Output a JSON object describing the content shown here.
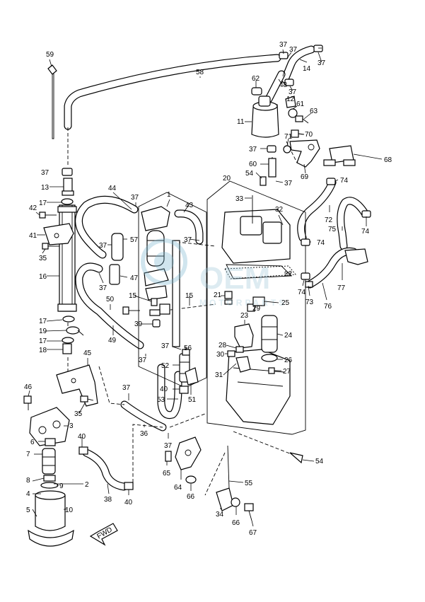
{
  "watermark": {
    "brand": "OEM",
    "subtitle": "MOTORPARTS"
  },
  "front_marker": "FWD",
  "labels": [
    {
      "id": "l59",
      "text": "59"
    },
    {
      "id": "l58",
      "text": "58"
    },
    {
      "id": "l37a",
      "text": "37"
    },
    {
      "id": "l37b",
      "text": "37"
    },
    {
      "id": "l37c",
      "text": "37"
    },
    {
      "id": "l14",
      "text": "14"
    },
    {
      "id": "l48",
      "text": "48"
    },
    {
      "id": "l37d",
      "text": "37"
    },
    {
      "id": "l62",
      "text": "62"
    },
    {
      "id": "l12",
      "text": "12"
    },
    {
      "id": "l61",
      "text": "61"
    },
    {
      "id": "l63",
      "text": "63"
    },
    {
      "id": "l11",
      "text": "11"
    },
    {
      "id": "l70",
      "text": "70"
    },
    {
      "id": "l71",
      "text": "71"
    },
    {
      "id": "l37e",
      "text": "37"
    },
    {
      "id": "l68",
      "text": "68"
    },
    {
      "id": "l60",
      "text": "60"
    },
    {
      "id": "l69",
      "text": "69"
    },
    {
      "id": "l54a",
      "text": "54"
    },
    {
      "id": "l37f",
      "text": "37"
    },
    {
      "id": "l20",
      "text": "20"
    },
    {
      "id": "l74a",
      "text": "74"
    },
    {
      "id": "l37g",
      "text": "37"
    },
    {
      "id": "l13",
      "text": "13"
    },
    {
      "id": "l44",
      "text": "44"
    },
    {
      "id": "l37h",
      "text": "37"
    },
    {
      "id": "l1",
      "text": "1"
    },
    {
      "id": "l33",
      "text": "33"
    },
    {
      "id": "l43",
      "text": "43"
    },
    {
      "id": "l32",
      "text": "32"
    },
    {
      "id": "l72",
      "text": "72"
    },
    {
      "id": "l75",
      "text": "75"
    },
    {
      "id": "l74b",
      "text": "74"
    },
    {
      "id": "l17a",
      "text": "17"
    },
    {
      "id": "l42",
      "text": "42"
    },
    {
      "id": "l41",
      "text": "41"
    },
    {
      "id": "l35a",
      "text": "35"
    },
    {
      "id": "l37i",
      "text": "37"
    },
    {
      "id": "l57",
      "text": "57"
    },
    {
      "id": "l37j",
      "text": "37"
    },
    {
      "id": "l74c",
      "text": "74"
    },
    {
      "id": "l22",
      "text": "22"
    },
    {
      "id": "l16",
      "text": "16"
    },
    {
      "id": "l47",
      "text": "47"
    },
    {
      "id": "l37k",
      "text": "37"
    },
    {
      "id": "l77",
      "text": "77"
    },
    {
      "id": "l74d",
      "text": "74"
    },
    {
      "id": "l73",
      "text": "73"
    },
    {
      "id": "l76",
      "text": "76"
    },
    {
      "id": "l15a",
      "text": "15"
    },
    {
      "id": "l15b",
      "text": "15"
    },
    {
      "id": "l21",
      "text": "21"
    },
    {
      "id": "l29",
      "text": "29"
    },
    {
      "id": "l25",
      "text": "25"
    },
    {
      "id": "l50",
      "text": "50"
    },
    {
      "id": "l23",
      "text": "23"
    },
    {
      "id": "l17b",
      "text": "17"
    },
    {
      "id": "l39",
      "text": "39"
    },
    {
      "id": "l19",
      "text": "19"
    },
    {
      "id": "l49",
      "text": "49"
    },
    {
      "id": "l28",
      "text": "28"
    },
    {
      "id": "l24",
      "text": "24"
    },
    {
      "id": "l17c",
      "text": "17"
    },
    {
      "id": "l18",
      "text": "18"
    },
    {
      "id": "l37l",
      "text": "37"
    },
    {
      "id": "l56",
      "text": "56"
    },
    {
      "id": "l30",
      "text": "30"
    },
    {
      "id": "l37m",
      "text": "37"
    },
    {
      "id": "l26",
      "text": "26"
    },
    {
      "id": "l45",
      "text": "45"
    },
    {
      "id": "l52",
      "text": "52"
    },
    {
      "id": "l27",
      "text": "27"
    },
    {
      "id": "l31",
      "text": "31"
    },
    {
      "id": "l46",
      "text": "46"
    },
    {
      "id": "l37n",
      "text": "37"
    },
    {
      "id": "l40a",
      "text": "40"
    },
    {
      "id": "l53",
      "text": "53"
    },
    {
      "id": "l51",
      "text": "51"
    },
    {
      "id": "l35b",
      "text": "35"
    },
    {
      "id": "l3",
      "text": "3"
    },
    {
      "id": "l6",
      "text": "6"
    },
    {
      "id": "l36",
      "text": "36"
    },
    {
      "id": "l40b",
      "text": "40"
    },
    {
      "id": "l7",
      "text": "7"
    },
    {
      "id": "l37o",
      "text": "37"
    },
    {
      "id": "l54b",
      "text": "54"
    },
    {
      "id": "l65",
      "text": "65"
    },
    {
      "id": "l8",
      "text": "8"
    },
    {
      "id": "l2",
      "text": "2"
    },
    {
      "id": "l9",
      "text": "9"
    },
    {
      "id": "l64",
      "text": "64"
    },
    {
      "id": "l55",
      "text": "55"
    },
    {
      "id": "l4",
      "text": "4"
    },
    {
      "id": "l38",
      "text": "38"
    },
    {
      "id": "l40c",
      "text": "40"
    },
    {
      "id": "l66a",
      "text": "66"
    },
    {
      "id": "l5",
      "text": "5"
    },
    {
      "id": "l10",
      "text": "10"
    },
    {
      "id": "l34",
      "text": "34"
    },
    {
      "id": "l66b",
      "text": "66"
    },
    {
      "id": "l67",
      "text": "67"
    }
  ]
}
